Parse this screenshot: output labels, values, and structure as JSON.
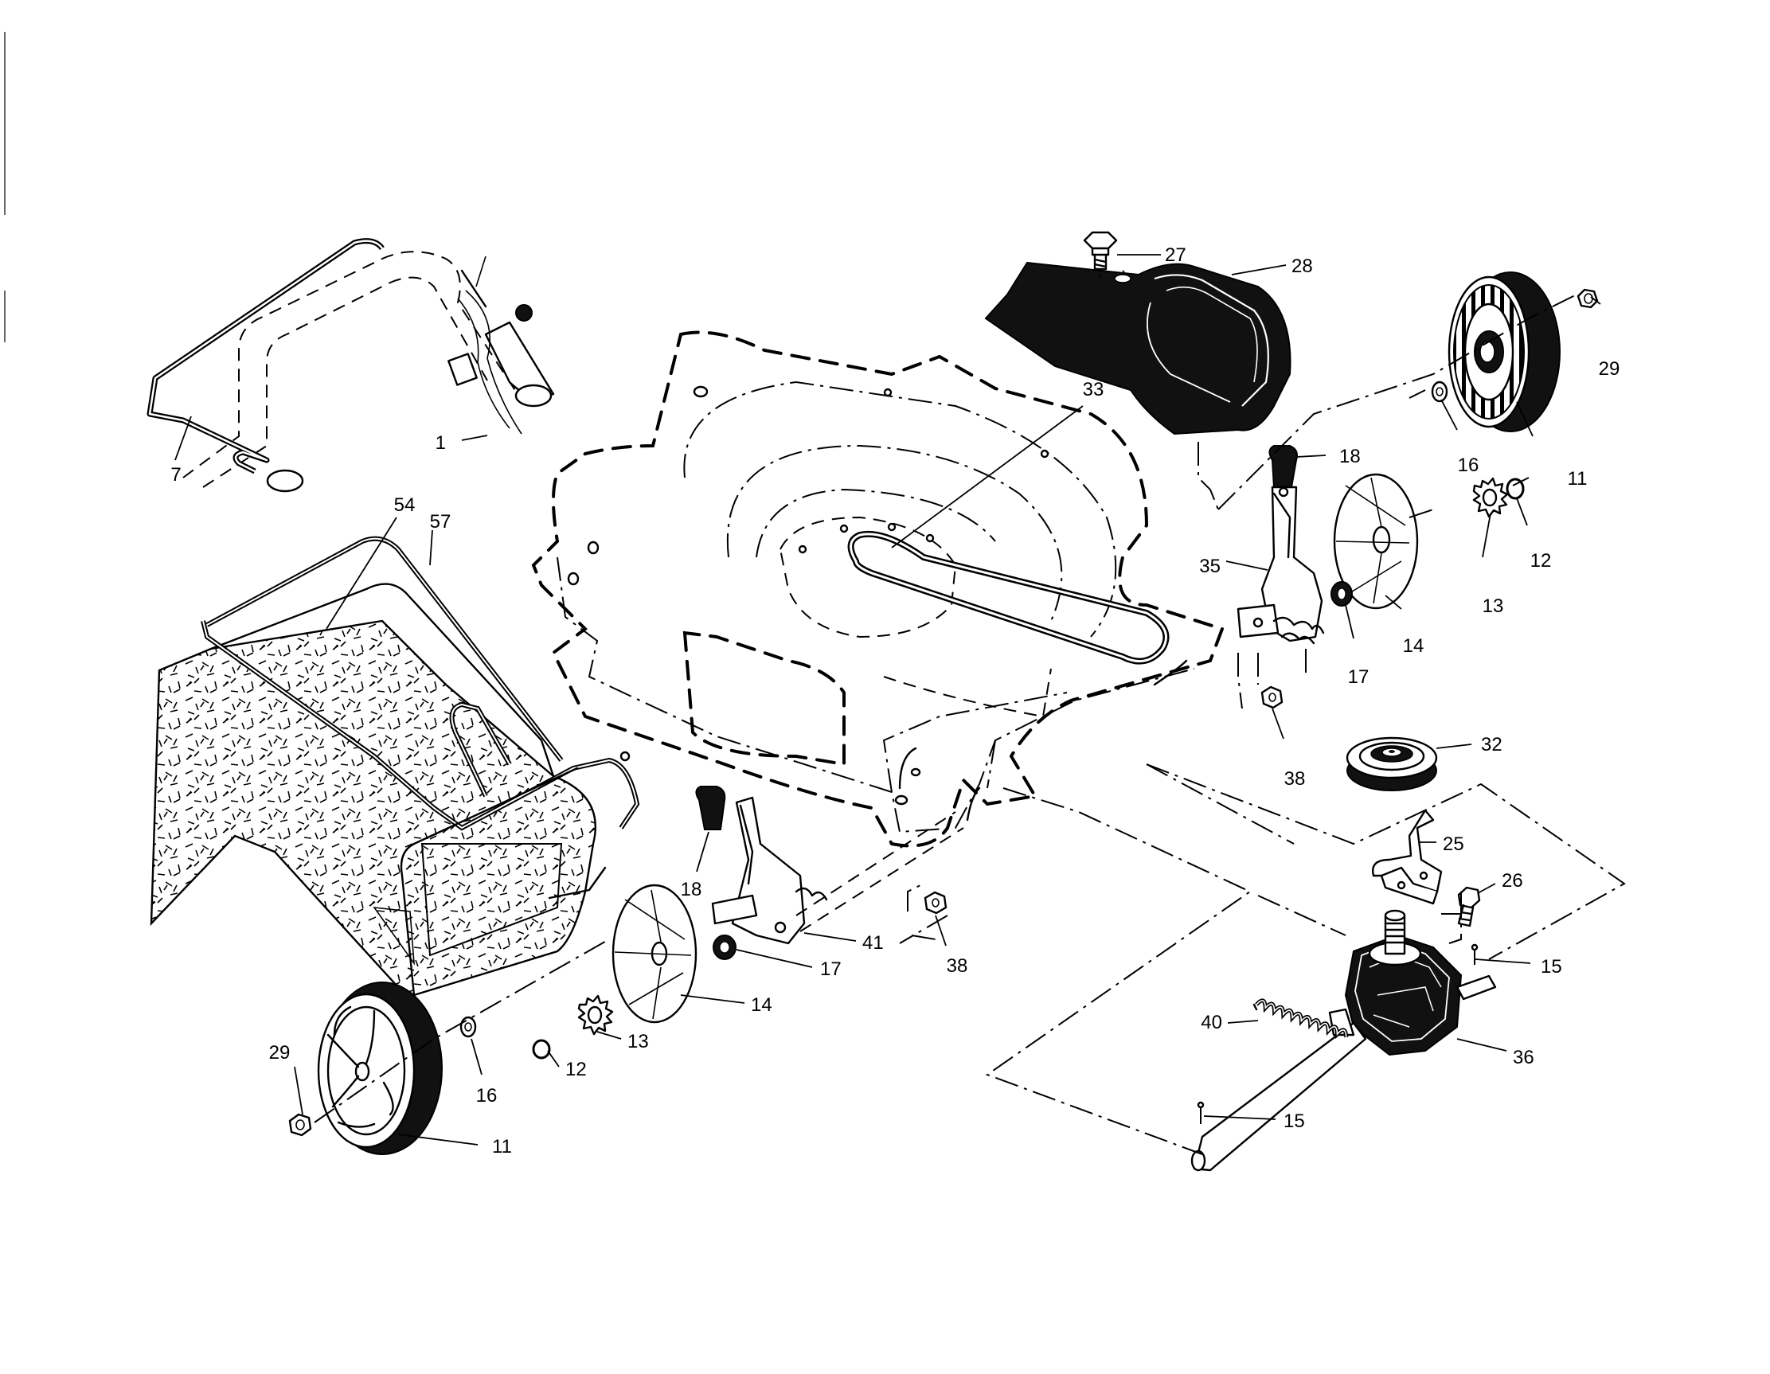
{
  "diagram": {
    "parts": [
      {
        "id": "handle",
        "label": "1"
      },
      {
        "id": "handle-bail",
        "label": "7"
      },
      {
        "id": "bag-fabric",
        "label": "54"
      },
      {
        "id": "bag-frame",
        "label": "57"
      },
      {
        "id": "bolt-top",
        "label": "27"
      },
      {
        "id": "deflector",
        "label": "28"
      },
      {
        "id": "belt",
        "label": "33"
      },
      {
        "id": "wheel-right",
        "label": "11"
      },
      {
        "id": "nut-right",
        "label": "29"
      },
      {
        "id": "washer-right",
        "label": "16"
      },
      {
        "id": "ring-right",
        "label": "12"
      },
      {
        "id": "gear-right",
        "label": "13"
      },
      {
        "id": "hubcap-right",
        "label": "14"
      },
      {
        "id": "knob-right",
        "label": "18"
      },
      {
        "id": "adjuster-right",
        "label": "35"
      },
      {
        "id": "spacer-right",
        "label": "17"
      },
      {
        "id": "nut-deck-right",
        "label": "38"
      },
      {
        "id": "pulley",
        "label": "32"
      },
      {
        "id": "bracket",
        "label": "25"
      },
      {
        "id": "screw",
        "label": "26"
      },
      {
        "id": "pin-upper",
        "label": "15"
      },
      {
        "id": "transmission",
        "label": "36"
      },
      {
        "id": "spring",
        "label": "40"
      },
      {
        "id": "pin-lower",
        "label": "15"
      },
      {
        "id": "nut-deck-left",
        "label": "38"
      },
      {
        "id": "adjuster-left",
        "label": "41"
      },
      {
        "id": "knob-left",
        "label": "18"
      },
      {
        "id": "spacer-left",
        "label": "17"
      },
      {
        "id": "hubcap-left",
        "label": "14"
      },
      {
        "id": "gear-left",
        "label": "13"
      },
      {
        "id": "ring-left",
        "label": "12"
      },
      {
        "id": "washer-left",
        "label": "16"
      },
      {
        "id": "nut-left",
        "label": "29"
      },
      {
        "id": "wheel-left",
        "label": "11"
      }
    ]
  }
}
